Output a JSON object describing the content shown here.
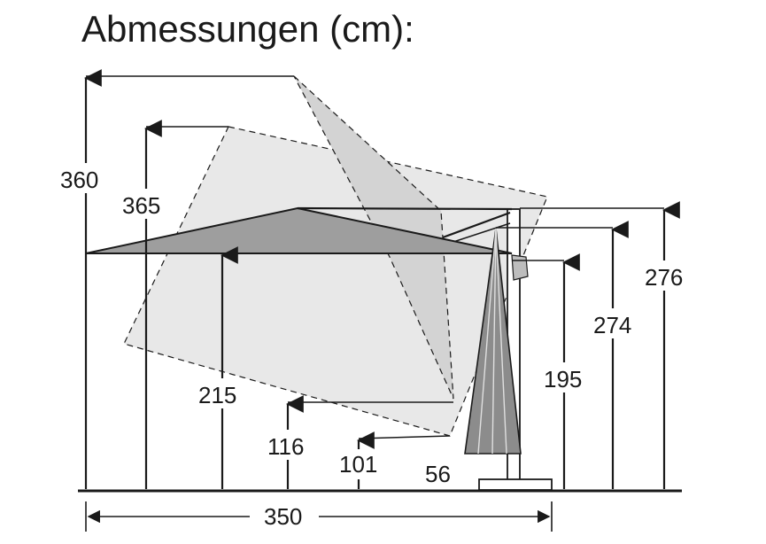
{
  "title": "Abmessungen (cm):",
  "dimensions": {
    "total_height_tilted": "360",
    "canopy_diagonal": "365",
    "clearance_open": "215",
    "clearance_tilted_low": "116",
    "clearance_tilted_lowest": "101",
    "folded_canopy": "56",
    "pole_arm_height": "195",
    "frame_height": "274",
    "total_height": "276",
    "width": "350"
  },
  "colors": {
    "ink": "#1a1a1a",
    "canopy_open": "#9e9e9e",
    "canopy_tilted": "#e8e8e8",
    "canopy_tilted_vertical": "#d3d3d3",
    "canopy_folded": "#8c8c8c"
  },
  "icons": [
    "dimension-arrow",
    "parasol-canopy",
    "parasol-pole",
    "parasol-base"
  ]
}
